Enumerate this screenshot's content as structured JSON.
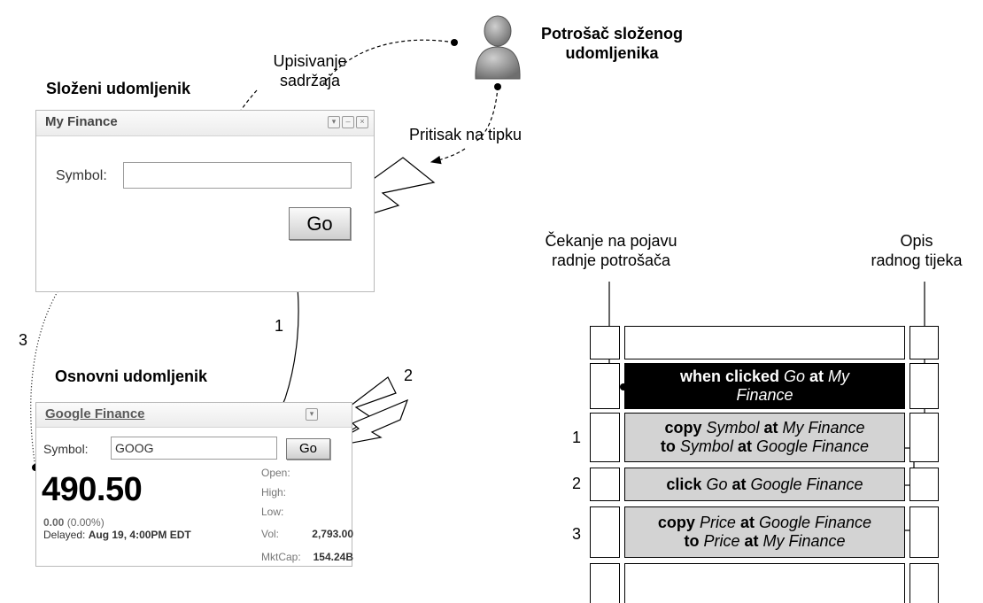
{
  "labels": {
    "user": [
      "Potrošač složenog",
      "udomljenika"
    ],
    "composite_title": "Složeni udomljenik",
    "basic_title": "Osnovni udomljenik",
    "content_entry": [
      "Upisivanje",
      "sadržaja"
    ],
    "key_press": "Pritisak na tipku",
    "waiting": [
      "Čekanje na pojavu",
      "radnje potrošača"
    ],
    "workflow_desc": [
      "Opis",
      "radnog tijeka"
    ],
    "arrow_1": "1",
    "arrow_2": "2",
    "arrow_3": "3"
  },
  "my_finance": {
    "title": "My Finance",
    "symbol_label": "Symbol:",
    "symbol_value": "",
    "go_label": "Go"
  },
  "google_finance": {
    "title": "Google Finance",
    "symbol_label": "Symbol:",
    "symbol_value": "GOOG",
    "go_label": "Go",
    "price": "490.50",
    "change": "0.00",
    "change_pct": "(0.00%)",
    "delayed_label": "Delayed:",
    "delayed_value": "Aug 19, 4:00PM EDT",
    "stats": [
      {
        "label": "Open:",
        "value": ""
      },
      {
        "label": "High:",
        "value": ""
      },
      {
        "label": "Low:",
        "value": ""
      },
      {
        "label": "Vol:",
        "value": "2,793.00"
      },
      {
        "label": "MktCap:",
        "value": "154.24B"
      }
    ]
  },
  "workflow": {
    "row_numbers": [
      "1",
      "2",
      "3"
    ],
    "steps": [
      {
        "p1": "when clicked ",
        "p2": "Go",
        "p3": " at ",
        "p4": "My",
        "p5": "Finance"
      },
      {
        "p1": "copy ",
        "p2": "Symbol",
        "p3": " at ",
        "p4": "My Finance",
        "p5": "to ",
        "p6": "Symbol",
        "p7": " at ",
        "p8": "Google Finance"
      },
      {
        "p1": "click ",
        "p2": "Go",
        "p3": " at ",
        "p4": "Google Finance"
      },
      {
        "p1": "copy ",
        "p2": "Price",
        "p3": " at ",
        "p4": "Google Finance",
        "p5": "to ",
        "p6": "Price",
        "p7": " at ",
        "p8": "My Finance"
      }
    ]
  }
}
